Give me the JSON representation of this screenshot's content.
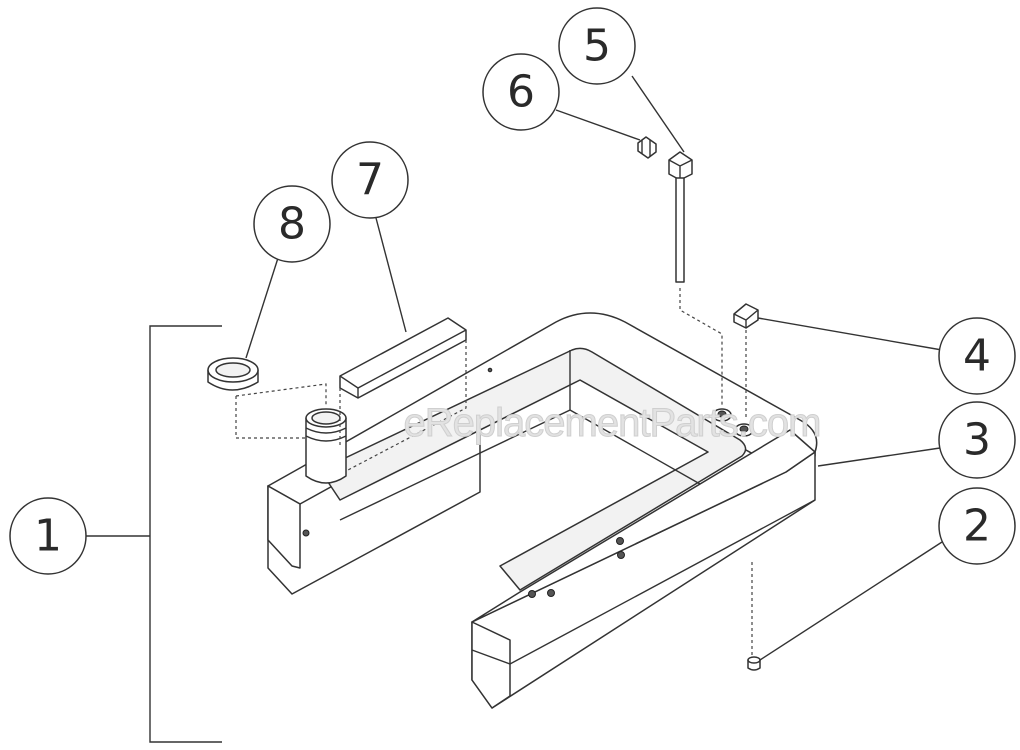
{
  "diagram": {
    "watermark": "eReplacementParts.com",
    "callouts": [
      {
        "id": "1",
        "label": "1"
      },
      {
        "id": "2",
        "label": "2"
      },
      {
        "id": "3",
        "label": "3"
      },
      {
        "id": "4",
        "label": "4"
      },
      {
        "id": "5",
        "label": "5"
      },
      {
        "id": "6",
        "label": "6"
      },
      {
        "id": "7",
        "label": "7"
      },
      {
        "id": "8",
        "label": "8"
      }
    ]
  }
}
